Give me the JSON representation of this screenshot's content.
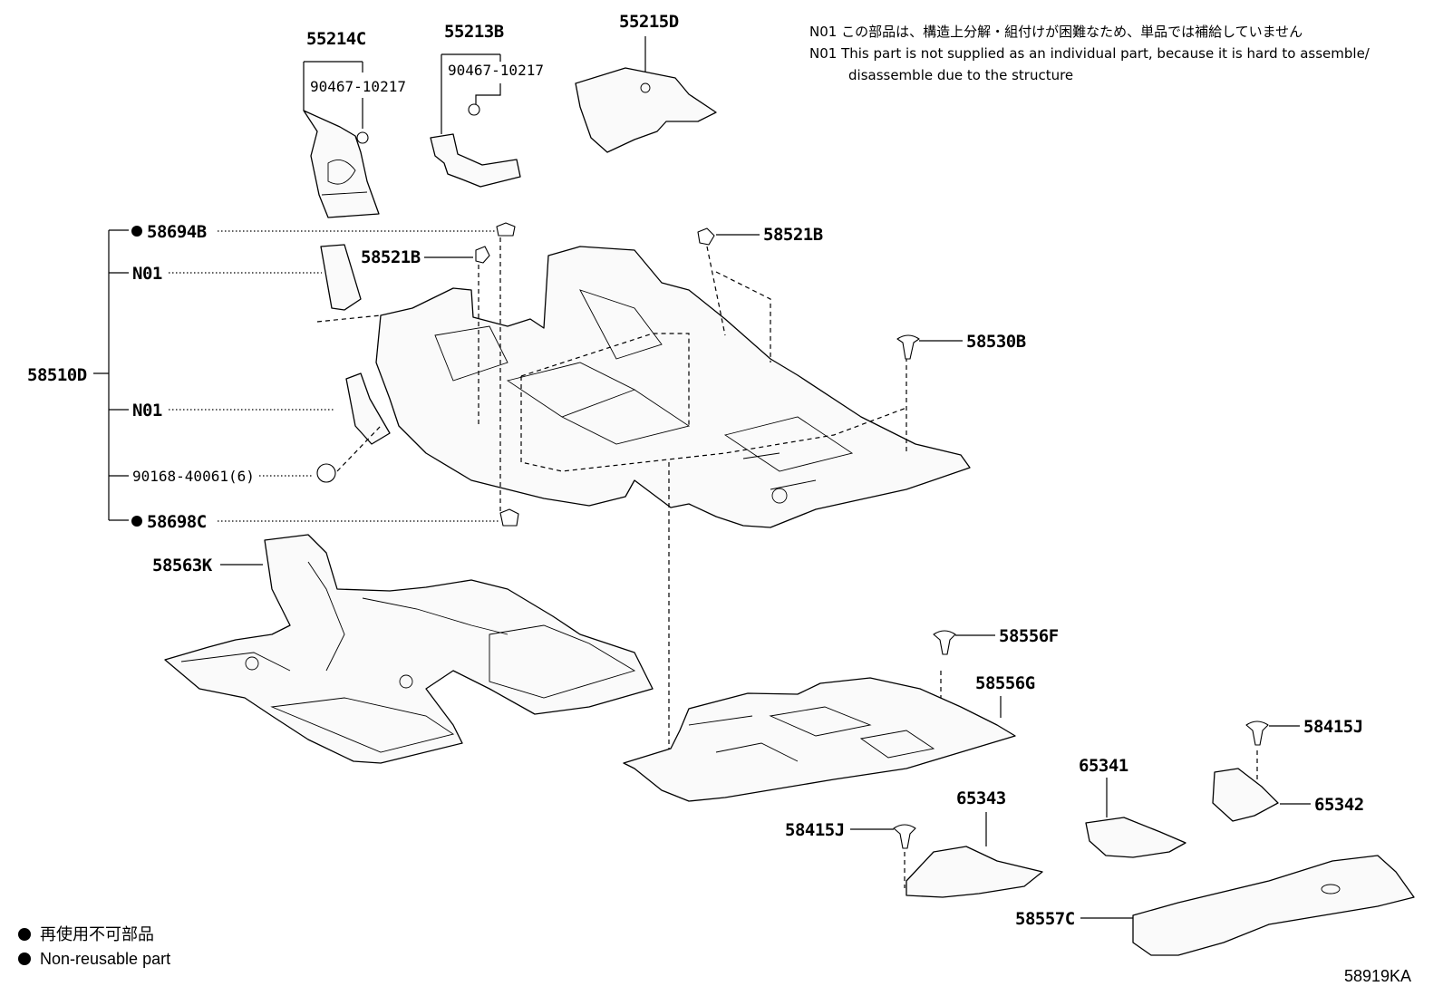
{
  "notes": {
    "jp": "N01 この部品は、構造上分解・組付けが困難なため、単品では補給していません",
    "en_line1": "N01 This part is not supplied as an individual part, because it is hard to assemble/",
    "en_line2": "disassemble due to the structure"
  },
  "labels": {
    "p55214C": "55214C",
    "p55213B": "55213B",
    "p55215D": "55215D",
    "p90467a": "90467-10217",
    "p90467b": "90467-10217",
    "p58694B": "58694B",
    "p58521B_a": "58521B",
    "p58521B_b": "58521B",
    "pN01_a": "N01",
    "pN01_b": "N01",
    "p58510D": "58510D",
    "p90168": "90168-40061(6)",
    "p58698C": "58698C",
    "p58530B": "58530B",
    "p58563K": "58563K",
    "p58556F": "58556F",
    "p58556G": "58556G",
    "p58415J_a": "58415J",
    "p58415J_b": "58415J",
    "p65341": "65341",
    "p65342": "65342",
    "p65343": "65343",
    "p58557C": "58557C"
  },
  "legend": {
    "jp": "再使用不可部品",
    "en": "Non-reusable part"
  },
  "diagram_id": "58919KA"
}
